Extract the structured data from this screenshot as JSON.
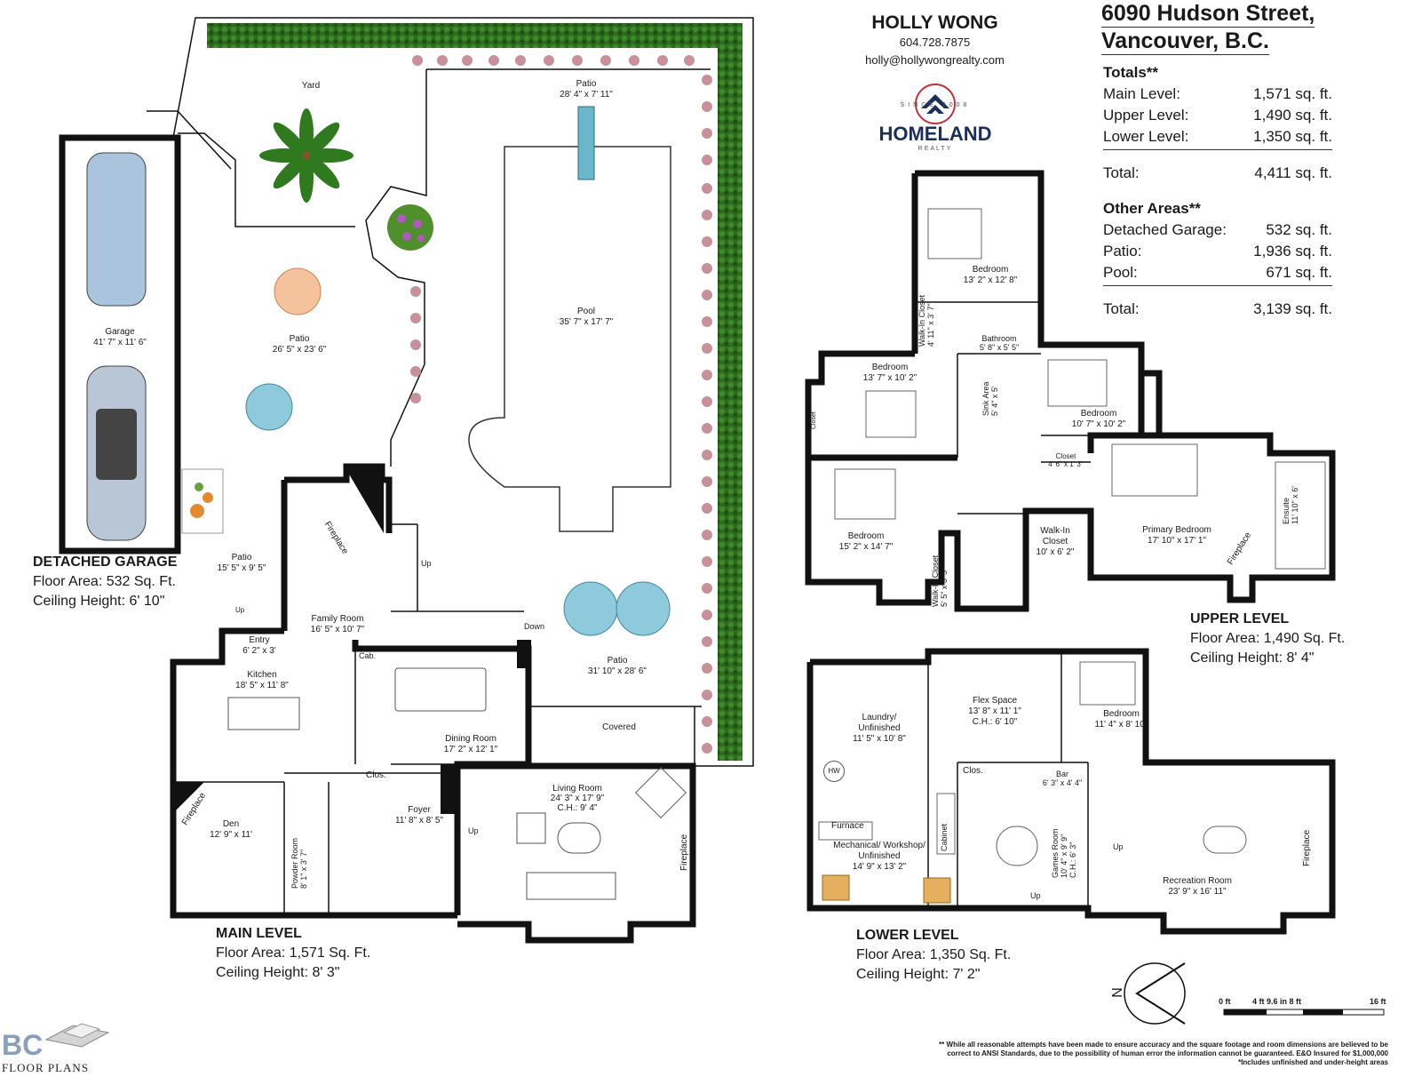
{
  "header": {
    "agent_name": "HOLLY WONG",
    "agent_phone": "604.728.7875",
    "agent_email": "holly@hollywongrealty.com",
    "brokerage": "HOMELAND",
    "brokerage_sub": "REALTY",
    "brokerage_since": "SINCE 2008",
    "address_line1": "6090 Hudson Street,",
    "address_line2": "Vancouver, B.C."
  },
  "totals": {
    "heading": "Totals**",
    "rows": [
      {
        "label": "Main Level:",
        "value": "1,571 sq. ft."
      },
      {
        "label": "Upper Level:",
        "value": "1,490 sq. ft."
      },
      {
        "label": "Lower Level:",
        "value": "1,350 sq. ft."
      }
    ],
    "total_label": "Total:",
    "total_value": "4,411 sq. ft.",
    "other_heading": "Other Areas**",
    "other_rows": [
      {
        "label": "Detached Garage:",
        "value": "532 sq. ft."
      },
      {
        "label": "Patio:",
        "value": "1,936 sq. ft."
      },
      {
        "label": "Pool:",
        "value": "671 sq. ft."
      }
    ],
    "other_total_label": "Total:",
    "other_total_value": "3,139 sq. ft."
  },
  "levels": {
    "garage": {
      "title": "DETACHED GARAGE",
      "area": "Floor Area: 532 Sq. Ft.",
      "height": "Ceiling Height: 6' 10\""
    },
    "main": {
      "title": "MAIN LEVEL",
      "area": "Floor Area: 1,571 Sq. Ft.",
      "height": "Ceiling Height: 8' 3\""
    },
    "upper": {
      "title": "UPPER LEVEL",
      "area": "Floor Area: 1,490 Sq. Ft.",
      "height": "Ceiling Height: 8' 4\""
    },
    "lower": {
      "title": "LOWER LEVEL",
      "area": "Floor Area: 1,350 Sq. Ft.",
      "height": "Ceiling Height: 7' 2\""
    }
  },
  "rooms": {
    "yard": {
      "name": "Yard"
    },
    "patio_top": {
      "name": "Patio",
      "dim": "28' 4\" x 7' 11\""
    },
    "pool": {
      "name": "Pool",
      "dim": "35' 7\" x 17' 7\""
    },
    "patio_mid": {
      "name": "Patio",
      "dim": "26' 5\" x 23' 6\""
    },
    "patio_side": {
      "name": "Patio",
      "dim": "15' 5\" x 9' 5\""
    },
    "patio_right": {
      "name": "Patio",
      "dim": "31' 10\" x 28' 6\""
    },
    "covered": {
      "name": "Covered"
    },
    "garage": {
      "name": "Garage",
      "dim": "41' 7\" x 11' 6\""
    },
    "fireplace_family": {
      "name": "Fireplace"
    },
    "family": {
      "name": "Family Room",
      "dim": "16' 5\" x 10' 7\""
    },
    "entry": {
      "name": "Entry",
      "dim": "6' 2\" x 3'"
    },
    "kitchen": {
      "name": "Kitchen",
      "dim": "18' 5\" x 11' 8\""
    },
    "cab": {
      "name": "Cab."
    },
    "dining": {
      "name": "Dining Room",
      "dim": "17' 2\" x 12' 1\""
    },
    "living": {
      "name": "Living Room",
      "dim": "24' 3\" x 17' 9\"",
      "ch": "C.H.: 9' 4\""
    },
    "fireplace_living": {
      "name": "Fireplace"
    },
    "clos_main": {
      "name": "Clos."
    },
    "foyer": {
      "name": "Foyer",
      "dim": "11' 8\" x 8' 5\""
    },
    "den": {
      "name": "Den",
      "dim": "12' 9\" x 11'"
    },
    "fireplace_den": {
      "name": "Fireplace"
    },
    "powder": {
      "name": "Powder Room",
      "dim": "8' 1\" x 3' 7\""
    },
    "up_bed1": {
      "name": "Bedroom",
      "dim": "13' 2\" x 12' 8\""
    },
    "up_walkin1": {
      "name": "Walk-In Closet",
      "dim": "4' 11\" x 3' 7\""
    },
    "up_bath": {
      "name": "Bathroom",
      "dim": "5' 8\" x 5' 5\""
    },
    "up_bed2": {
      "name": "Bedroom",
      "dim": "13' 7\" x 10' 2\""
    },
    "up_closet2": {
      "name": "Closet"
    },
    "up_sink": {
      "name": "Sink Area",
      "dim": "5' 4\" x 5'"
    },
    "up_bed3": {
      "name": "Bedroom",
      "dim": "10' 7\" x 10' 2\""
    },
    "up_closet3": {
      "name": "Closet",
      "dim": "4' 6\" x 1' 3\""
    },
    "up_bed4": {
      "name": "Bedroom",
      "dim": "15' 2\" x 14' 7\""
    },
    "up_walkin4": {
      "name": "Walk-In Closet",
      "dim": "5' 5\" x 3' 5\""
    },
    "up_walkin5": {
      "name": "Walk-In Closet",
      "dim": "10' x 6' 2\""
    },
    "up_primary": {
      "name": "Primary Bedroom",
      "dim": "17' 10\" x 17' 1\""
    },
    "up_ensuite": {
      "name": "Ensuite",
      "dim": "11' 10\" x 6'"
    },
    "up_fireplace": {
      "name": "Fireplace"
    },
    "lo_laundry": {
      "name": "Laundry/ Unfinished",
      "dim": "11' 5\" x 10' 8\""
    },
    "lo_flex": {
      "name": "Flex Space",
      "dim": "13' 8\" x 11' 1\"",
      "ch": "C.H.: 6' 10\""
    },
    "lo_bed": {
      "name": "Bedroom",
      "dim": "11' 4\" x 8' 10\""
    },
    "lo_clos": {
      "name": "Clos."
    },
    "lo_bar": {
      "name": "Bar",
      "dim": "6' 3\" x 4' 4\""
    },
    "lo_hw": {
      "name": "HW"
    },
    "lo_furnace": {
      "name": "Furnace"
    },
    "lo_mech": {
      "name": "Mechanical/ Workshop/ Unfinished",
      "dim": "14' 9\" x 13' 2\""
    },
    "lo_cabinet": {
      "name": "Cabinet"
    },
    "lo_games": {
      "name": "Games Room",
      "dim": "10' 4\" x 9' 9\"",
      "ch": "C.H.: 6' 3\""
    },
    "lo_rec": {
      "name": "Recreation Room",
      "dim": "23' 9\" x 16' 11\""
    },
    "lo_fireplace": {
      "name": "Fireplace"
    }
  },
  "stairs": {
    "up": "Up",
    "down": "Down"
  },
  "scale": {
    "label0": "0 ft",
    "label1": "4 ft 9.6 in 8 ft",
    "label2": "16 ft"
  },
  "compass": {
    "label": "N"
  },
  "footer": {
    "disclaimer1": "** While all reasonable attempts have been made to ensure accuracy and the square footage and room dimensions are believed to be",
    "disclaimer2": "correct to ANSI Standards, due to the possibility of human error the information cannot be guaranteed. E&O Insured for $1,000,000",
    "disclaimer3": "*Includes unfinished and under-height areas",
    "logo_bc": "BC",
    "logo_fp": "FLOOR PLANS"
  },
  "colors": {
    "hedge": "#2d6b1e",
    "pool_blue": "#6bb6c8",
    "umbrella_blue": "#8ec9dc",
    "umbrella_peach": "#f4c29c",
    "brand_navy": "#1c2e5a",
    "brand_red": "#c0333a"
  }
}
